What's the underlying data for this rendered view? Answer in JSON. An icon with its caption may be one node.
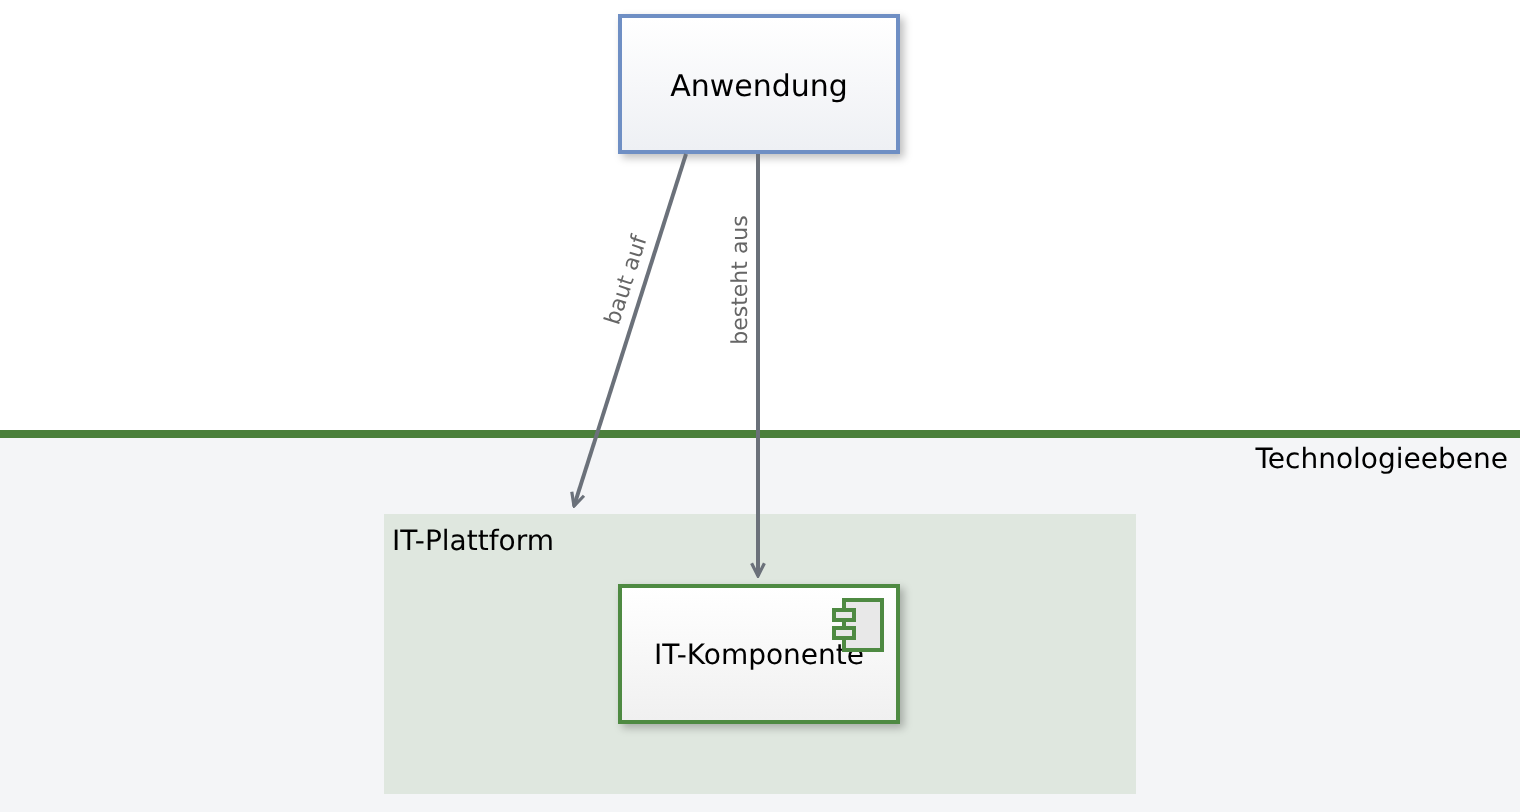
{
  "diagram": {
    "nodes": [
      {
        "text": [
          "Anwendung"
        ]
      },
      {
        "text": [
          "Technologieebene"
        ]
      },
      {
        "text": [
          "IT-Plattform"
        ],
        "in": 1
      },
      {
        "text": [
          "IT-Komponente"
        ],
        "in": 2
      }
    ],
    "edges": [
      {
        "from": 0,
        "to": 2,
        "arrow": "to",
        "label": "baut auf"
      },
      {
        "from": 0,
        "to": 3,
        "arrow": "to",
        "label": "besteht aus"
      }
    ]
  }
}
